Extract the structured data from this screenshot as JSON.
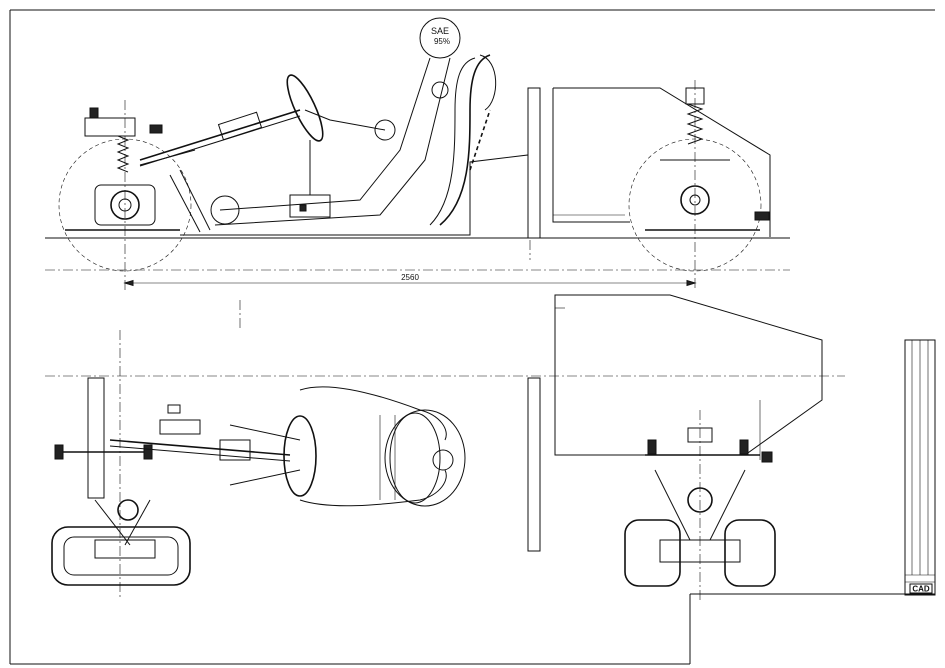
{
  "drawing": {
    "mannequin_label_line1": "SAE",
    "mannequin_label_line2": "95%",
    "wheelbase_dimension": "2560",
    "logo_text": "CAD"
  },
  "colors": {
    "ink": "#111111",
    "paper": "#ffffff"
  }
}
